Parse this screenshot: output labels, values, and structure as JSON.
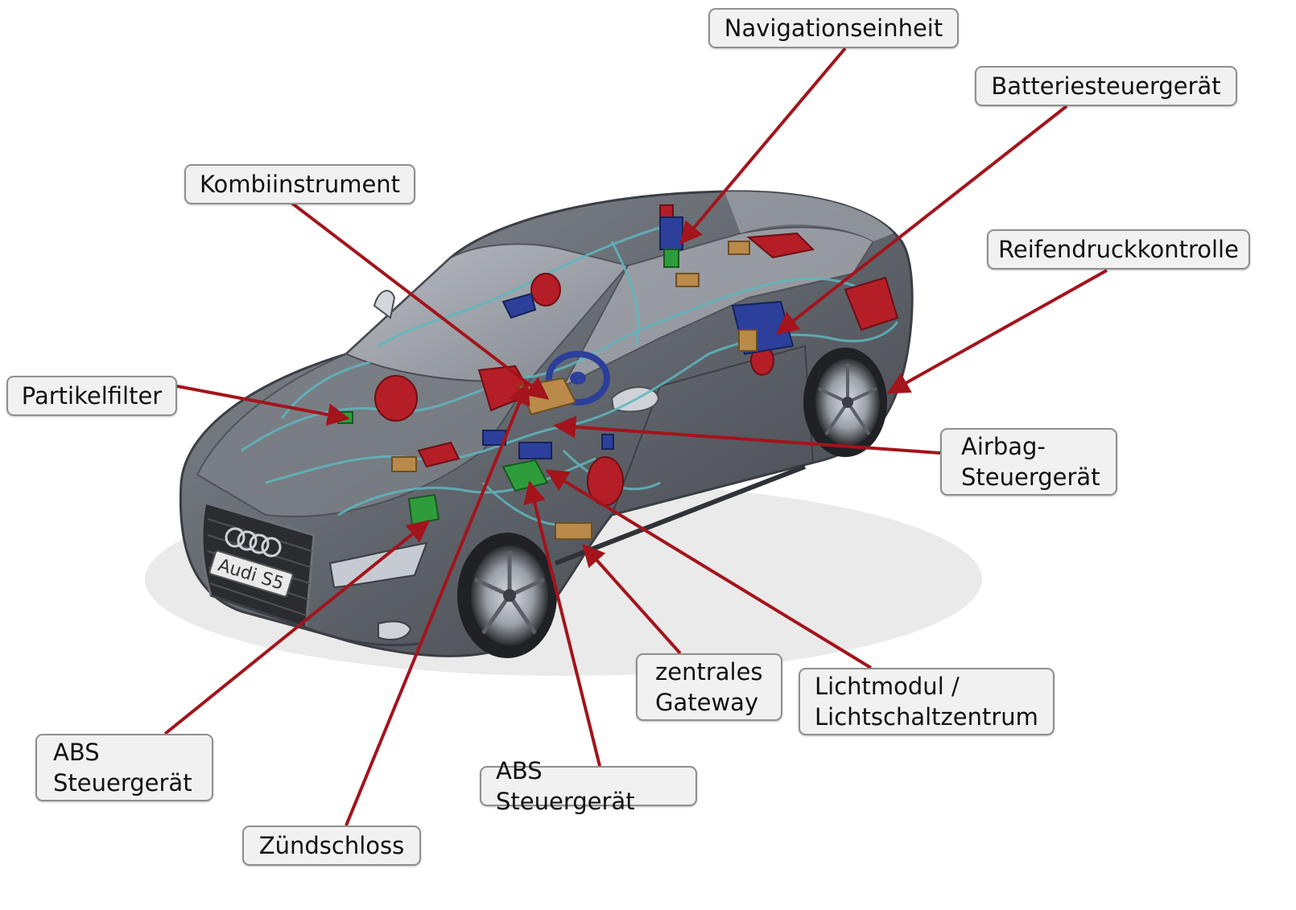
{
  "labels": {
    "navigationseinheit": "Navigationseinheit",
    "batteriesteuergeraet": "Batteriesteuergerät",
    "kombiinstrument": "Kombiinstrument",
    "reifendruckkontrolle": "Reifendruckkontrolle",
    "partikelfilter": "Partikelfilter",
    "airbag_steuergeraet": "Airbag-\nSteuergerät",
    "zentrales_gateway": "zentrales\nGateway",
    "lichtmodul": "Lichtmodul /\nLichtschaltzentrum",
    "abs_steuergeraet_left": "ABS\nSteuergerät",
    "abs_steuergeraet_bottom": "ABS Steuergerät",
    "zuendschloss": "Zündschloss"
  },
  "car": {
    "license_plate": "Audi S5"
  },
  "colors": {
    "arrow": "#a3141c",
    "label_bg": "#f1f1f1",
    "label_border": "#8f8f8f",
    "car_body": "#6f7379",
    "wiring": "#5fb7bf",
    "component_red": "#b51d27",
    "component_blue": "#2c3f9a",
    "component_green": "#2f9c3b",
    "component_tan": "#b98a4a"
  }
}
